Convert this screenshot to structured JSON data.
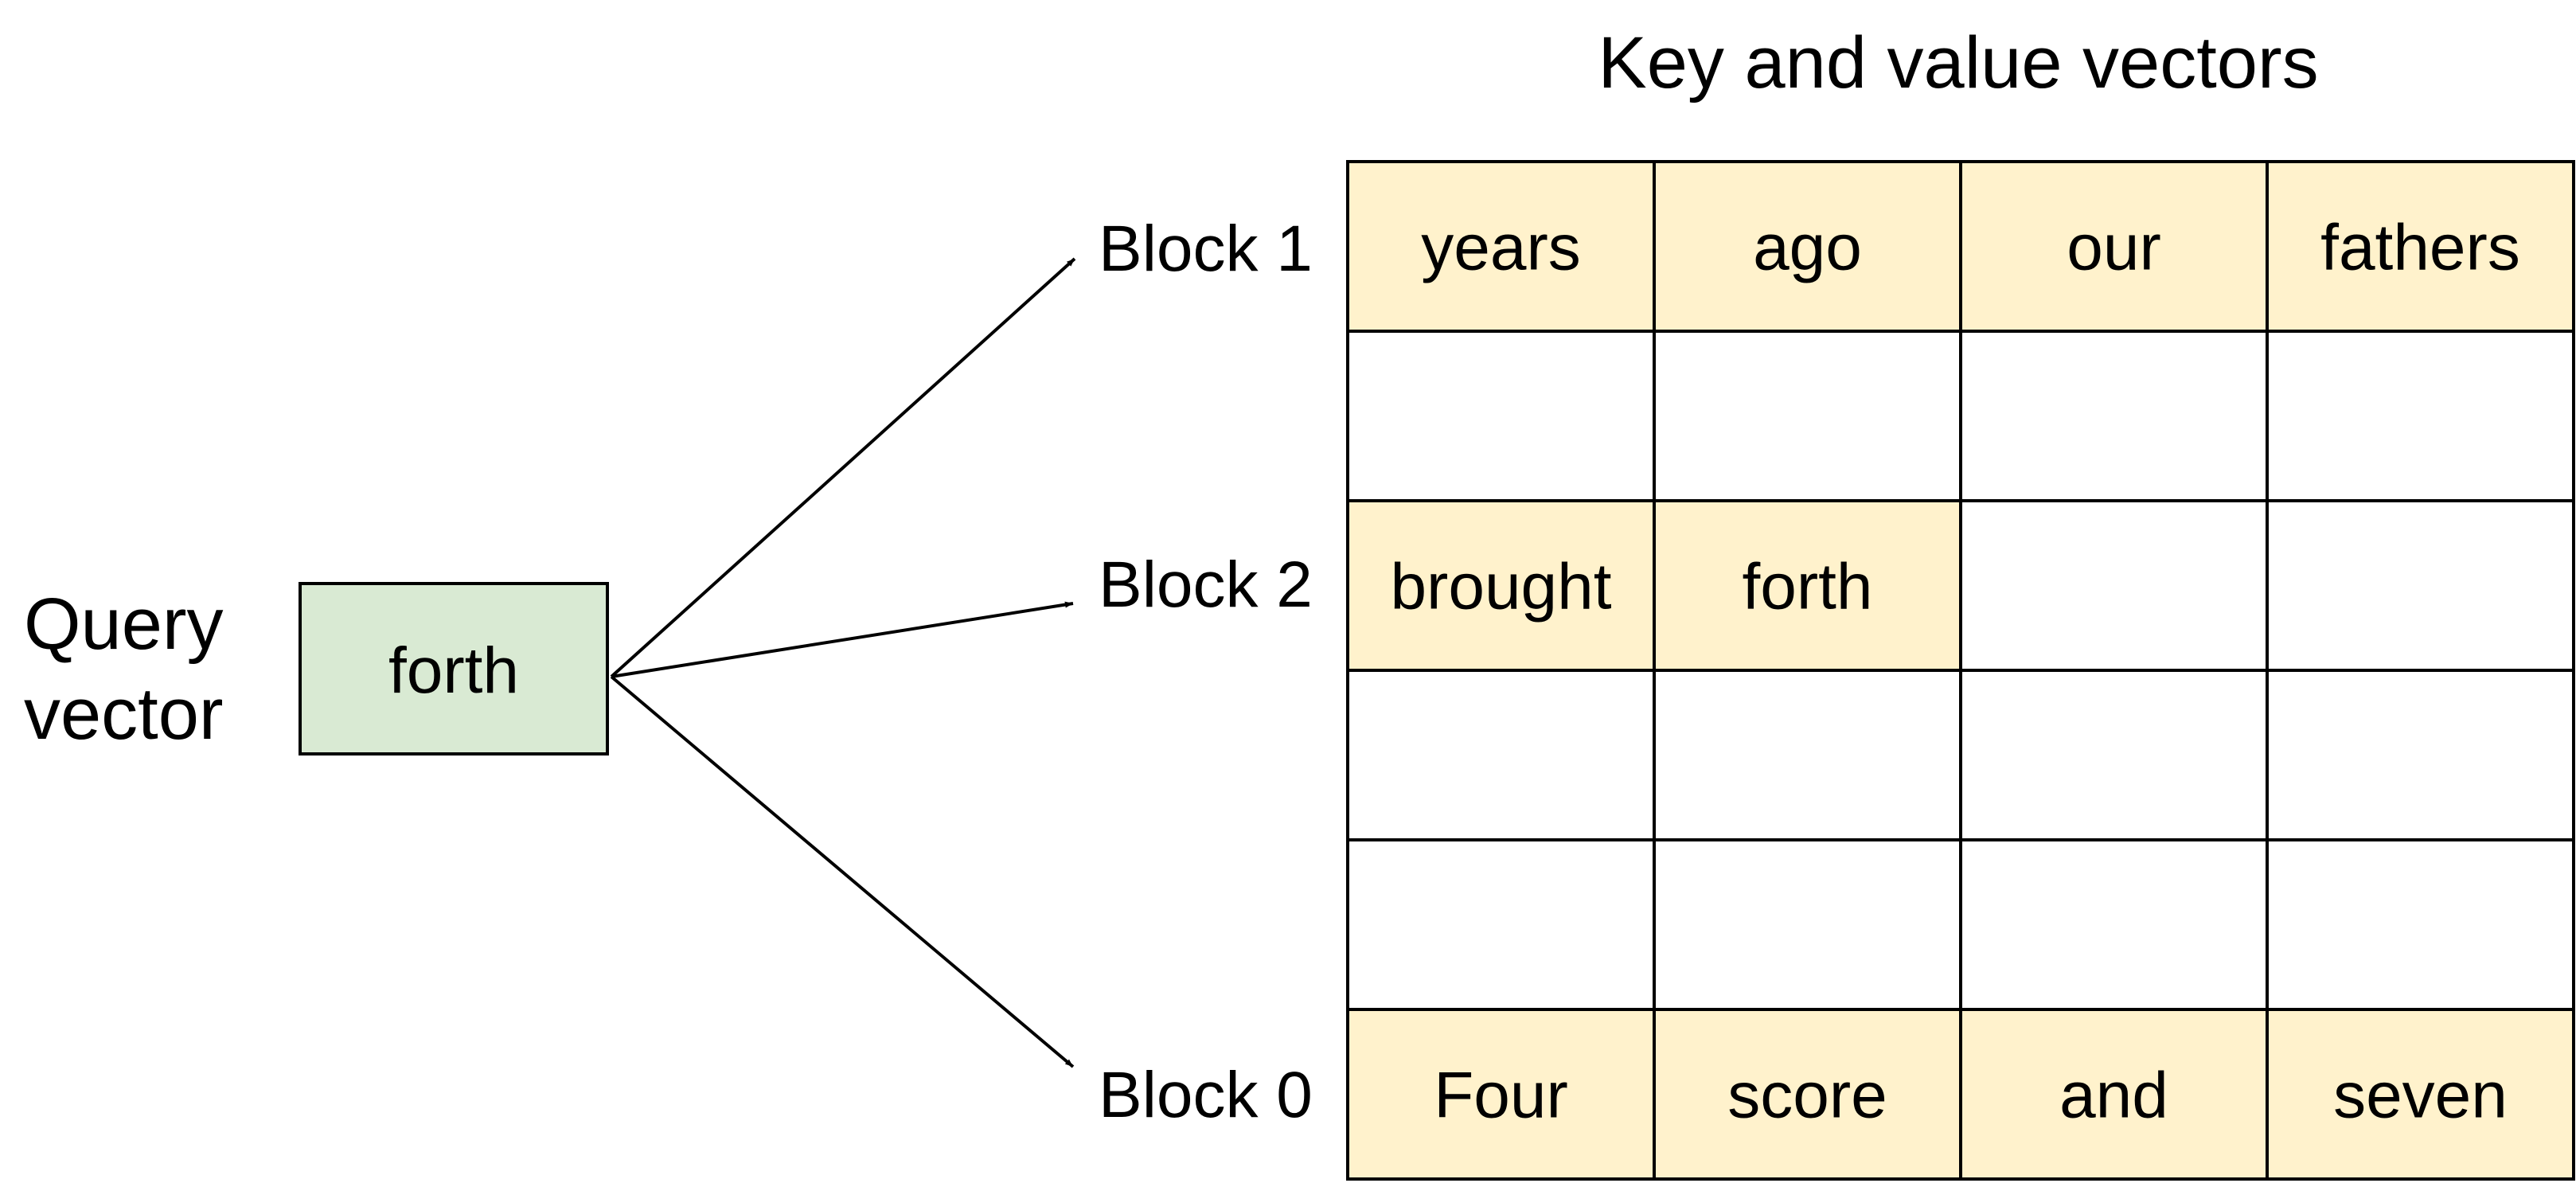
{
  "title": "Key and value vectors",
  "query": {
    "label_lines": [
      "Query",
      "vector"
    ],
    "token": "forth",
    "fill": "#d9ead3"
  },
  "block_labels": {
    "block1": "Block 1",
    "block2": "Block 2",
    "block0": "Block 0"
  },
  "grid": {
    "rows": [
      [
        "years",
        "ago",
        "our",
        "fathers"
      ],
      [
        "",
        "",
        "",
        ""
      ],
      [
        "brought",
        "forth",
        "",
        ""
      ],
      [
        "",
        "",
        "",
        ""
      ],
      [
        "",
        "",
        "",
        ""
      ],
      [
        "Four",
        "score",
        "and",
        "seven"
      ]
    ],
    "filled_fill": "#fff2cc",
    "empty_fill": "#ffffff"
  },
  "colors": {
    "stroke": "#000000"
  }
}
